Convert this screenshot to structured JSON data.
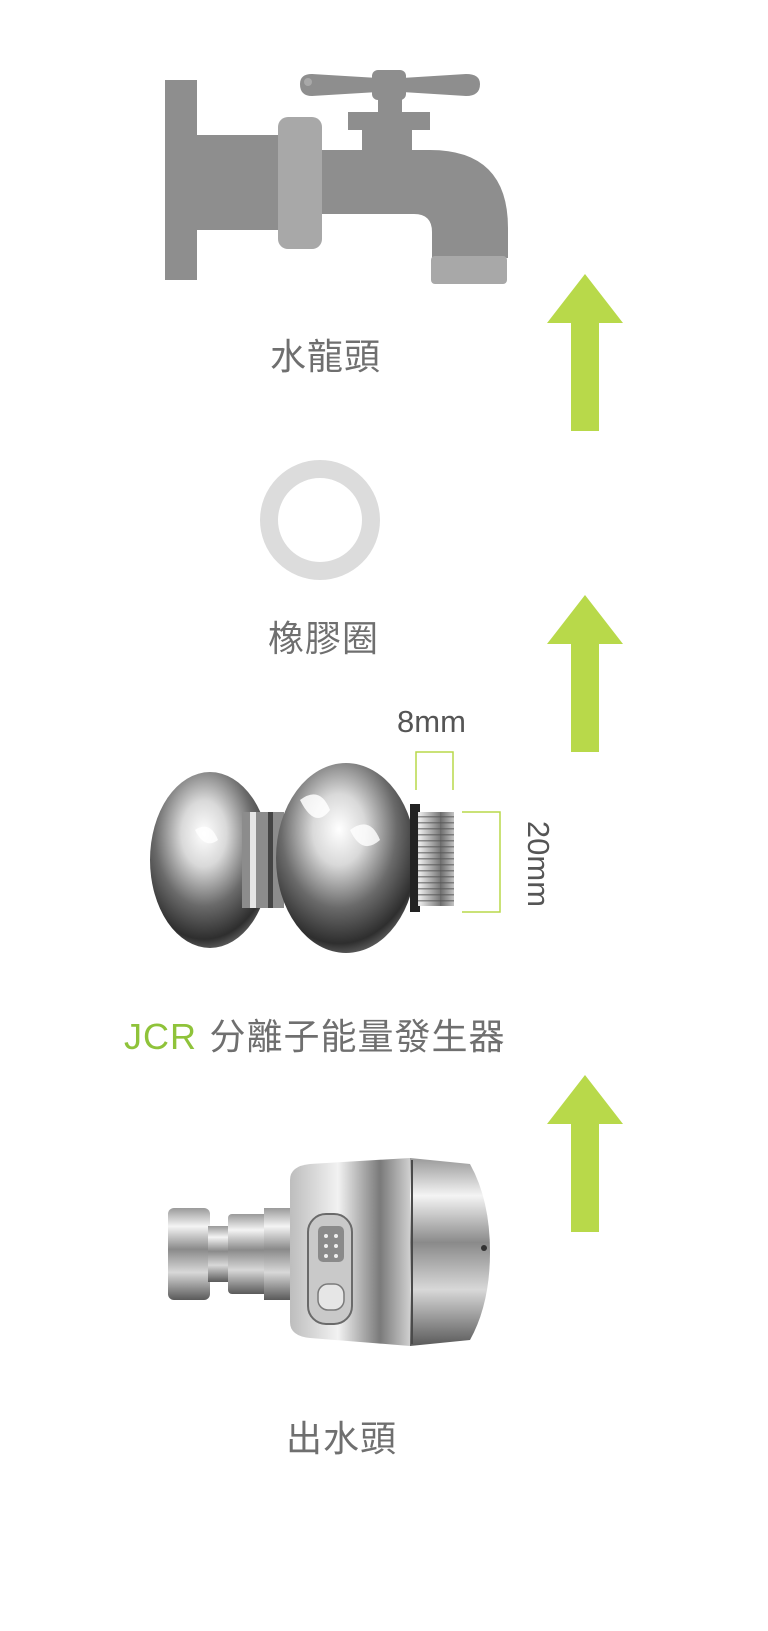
{
  "labels": {
    "faucet": "水龍頭",
    "rubber_ring": "橡膠圈",
    "generator_brand": "JCR",
    "generator_name": "分離子能量發生器",
    "outlet": "出水頭"
  },
  "dimensions": {
    "thread_length": "8mm",
    "thread_diameter": "20mm"
  },
  "icons": {
    "faucet": "faucet-icon",
    "ring": "rubber-ring-icon",
    "arrow": "up-arrow-icon"
  },
  "colors": {
    "accent_green": "#b8d94a",
    "gray_dark": "#8e8e8e",
    "gray_light": "#a8a8a8",
    "text": "#6f6f6f"
  }
}
